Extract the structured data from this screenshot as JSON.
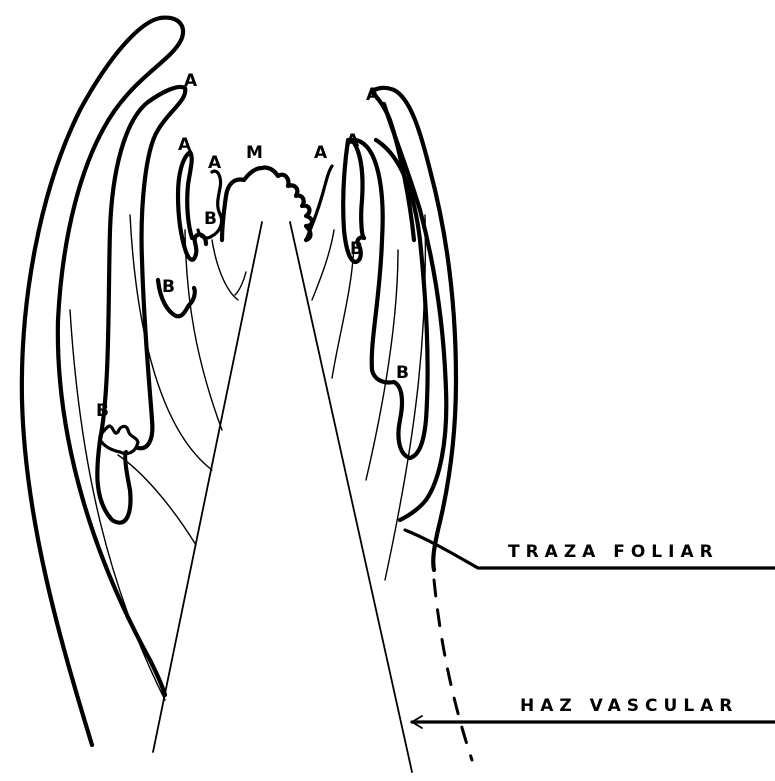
{
  "labels": {
    "apex_marker": "A",
    "base_marker": "B",
    "meristem_marker": "M",
    "leaf_trace": "TRAZA FOLIAR",
    "vascular_bundle": "HAZ VASCULAR"
  }
}
